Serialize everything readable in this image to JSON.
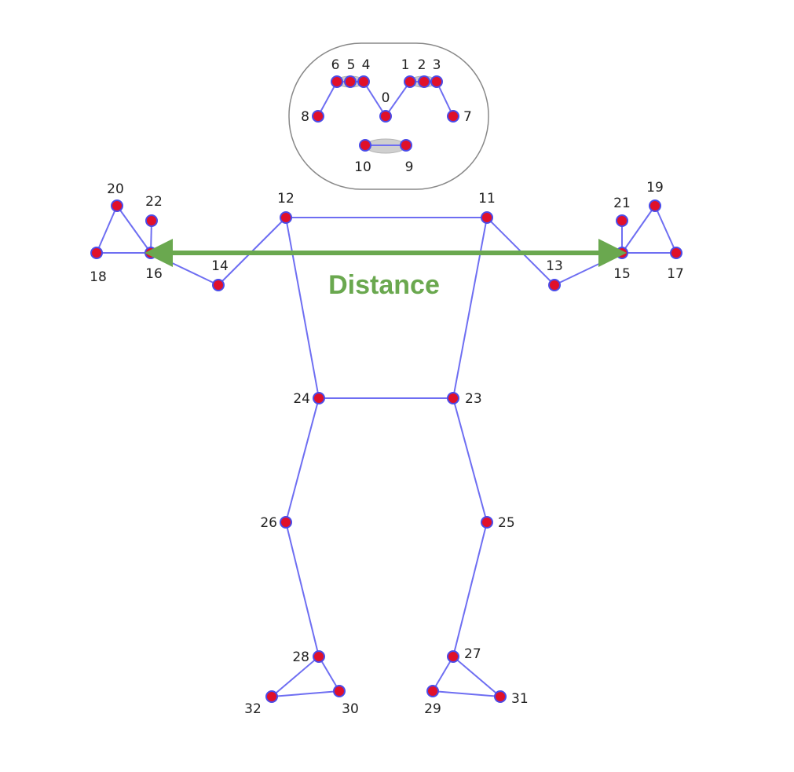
{
  "diagram": {
    "annotation_label": "Distance",
    "colors": {
      "edge": "#6e6ef2",
      "node_fill": "#e0102a",
      "node_stroke": "#4b4be8",
      "arrow": "#6aa84f",
      "face_outline": "#888888",
      "face_fill": "#ffffff",
      "oval_fill": "#cfcfcf"
    },
    "landmarks": [
      {
        "id": "0",
        "label": "0"
      },
      {
        "id": "1",
        "label": "1"
      },
      {
        "id": "2",
        "label": "2"
      },
      {
        "id": "3",
        "label": "3"
      },
      {
        "id": "4",
        "label": "4"
      },
      {
        "id": "5",
        "label": "5"
      },
      {
        "id": "6",
        "label": "6"
      },
      {
        "id": "7",
        "label": "7"
      },
      {
        "id": "8",
        "label": "8"
      },
      {
        "id": "9",
        "label": "9"
      },
      {
        "id": "10",
        "label": "10"
      },
      {
        "id": "11",
        "label": "11"
      },
      {
        "id": "12",
        "label": "12"
      },
      {
        "id": "13",
        "label": "13"
      },
      {
        "id": "14",
        "label": "14"
      },
      {
        "id": "15",
        "label": "15"
      },
      {
        "id": "16",
        "label": "16"
      },
      {
        "id": "17",
        "label": "17"
      },
      {
        "id": "18",
        "label": "18"
      },
      {
        "id": "19",
        "label": "19"
      },
      {
        "id": "20",
        "label": "20"
      },
      {
        "id": "21",
        "label": "21"
      },
      {
        "id": "22",
        "label": "22"
      },
      {
        "id": "23",
        "label": "23"
      },
      {
        "id": "24",
        "label": "24"
      },
      {
        "id": "25",
        "label": "25"
      },
      {
        "id": "26",
        "label": "26"
      },
      {
        "id": "27",
        "label": "27"
      },
      {
        "id": "28",
        "label": "28"
      },
      {
        "id": "29",
        "label": "29"
      },
      {
        "id": "30",
        "label": "30"
      },
      {
        "id": "31",
        "label": "31"
      },
      {
        "id": "32",
        "label": "32"
      }
    ],
    "connections": [
      [
        "8",
        "6"
      ],
      [
        "6",
        "5"
      ],
      [
        "5",
        "4"
      ],
      [
        "4",
        "0"
      ],
      [
        "0",
        "1"
      ],
      [
        "1",
        "2"
      ],
      [
        "2",
        "3"
      ],
      [
        "3",
        "7"
      ],
      [
        "10",
        "9"
      ],
      [
        "11",
        "12"
      ],
      [
        "11",
        "13"
      ],
      [
        "13",
        "15"
      ],
      [
        "15",
        "17"
      ],
      [
        "15",
        "19"
      ],
      [
        "17",
        "19"
      ],
      [
        "15",
        "21"
      ],
      [
        "12",
        "14"
      ],
      [
        "14",
        "16"
      ],
      [
        "16",
        "18"
      ],
      [
        "16",
        "20"
      ],
      [
        "18",
        "20"
      ],
      [
        "16",
        "22"
      ],
      [
        "11",
        "23"
      ],
      [
        "12",
        "24"
      ],
      [
        "23",
        "24"
      ],
      [
        "23",
        "25"
      ],
      [
        "25",
        "27"
      ],
      [
        "27",
        "29"
      ],
      [
        "27",
        "31"
      ],
      [
        "29",
        "31"
      ],
      [
        "24",
        "26"
      ],
      [
        "26",
        "28"
      ],
      [
        "28",
        "30"
      ],
      [
        "28",
        "32"
      ],
      [
        "30",
        "32"
      ]
    ],
    "measured_between": [
      "16",
      "15"
    ]
  }
}
